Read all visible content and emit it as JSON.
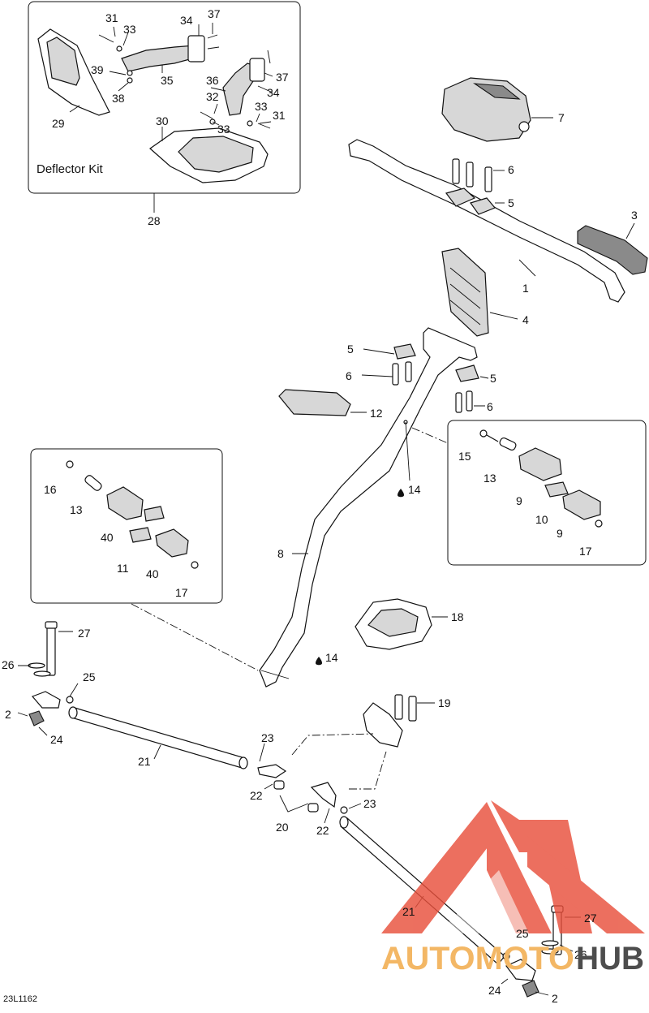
{
  "diagram": {
    "reference_code": "23L1162",
    "deflector_kit_title": "Deflector Kit",
    "callouts": {
      "c1": "1",
      "c2a": "2",
      "c2b": "2",
      "c3": "3",
      "c4": "4",
      "c5a": "5",
      "c5b": "5",
      "c5c": "5",
      "c6a": "6",
      "c6b": "6",
      "c6c": "6",
      "c7": "7",
      "c8": "8",
      "c9a": "9",
      "c9b": "9",
      "c10": "10",
      "c11": "11",
      "c12": "12",
      "c13a": "13",
      "c13b": "13",
      "c14a": "14",
      "c14b": "14",
      "c15": "15",
      "c16": "16",
      "c17a": "17",
      "c17b": "17",
      "c18": "18",
      "c19": "19",
      "c20": "20",
      "c21a": "21",
      "c21b": "21",
      "c22a": "22",
      "c22b": "22",
      "c23a": "23",
      "c23b": "23",
      "c24a": "24",
      "c24b": "24",
      "c25a": "25",
      "c25b": "25",
      "c26a": "26",
      "c26b": "26",
      "c27a": "27",
      "c27b": "27",
      "c28": "28",
      "c29": "29",
      "c30": "30",
      "c31a": "31",
      "c31b": "31",
      "c32": "32",
      "c33a": "33",
      "c33b": "33",
      "c33c": "33",
      "c34a": "34",
      "c34b": "34",
      "c35": "35",
      "c36": "36",
      "c37a": "37",
      "c37b": "37",
      "c38": "38",
      "c39": "39",
      "c40a": "40",
      "c40b": "40"
    }
  },
  "watermark": {
    "word_left": "AUTOMOTO",
    "word_right": "HUB",
    "logo_color": "#e8503c",
    "text_color_left": "#f3b765",
    "text_color_right": "#4d4d4d"
  }
}
